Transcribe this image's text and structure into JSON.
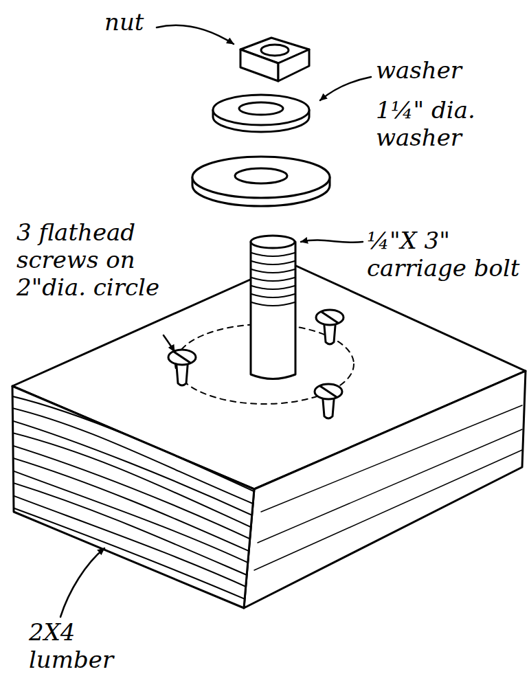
{
  "diagram": {
    "labels": [
      "nut",
      "washer",
      "1¼\" dia. washer",
      "3 flathead screws on 2\"dia. circle",
      "¼\"X 3\" carriage bolt",
      "2X4 lumber"
    ]
  }
}
